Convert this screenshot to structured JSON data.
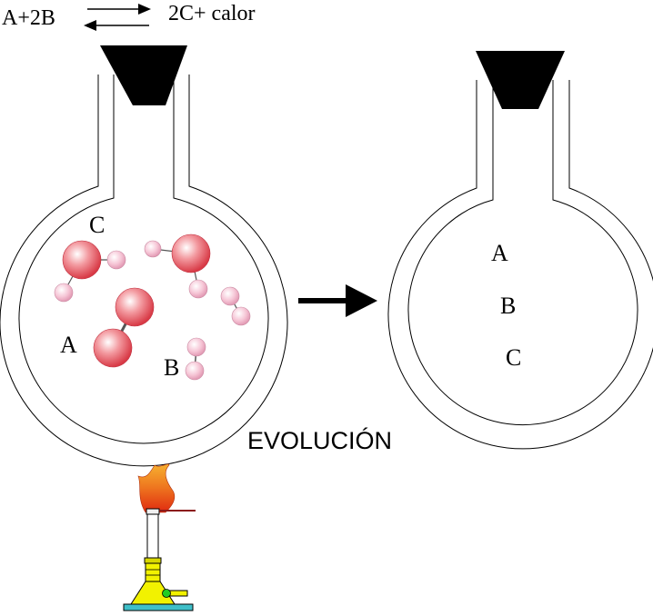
{
  "equation": {
    "left": "A+2B",
    "right": "2C+ calor"
  },
  "flask_left": {
    "labels": {
      "a": "A",
      "b": "B",
      "c": "C"
    }
  },
  "flask_right": {
    "labels": {
      "a": "A",
      "b": "B",
      "c": "C"
    }
  },
  "caption": "EVOLUCIÓN",
  "colors": {
    "stopper": "#000000",
    "atom_large": "#e8505a",
    "atom_small": "#f3b8cc",
    "flame": "#e8541a",
    "burner_body": "#f2f200",
    "burner_base": "#3fbfc9",
    "burner_valve": "#22cc22",
    "gas_pipe": "#8b1a1a"
  }
}
